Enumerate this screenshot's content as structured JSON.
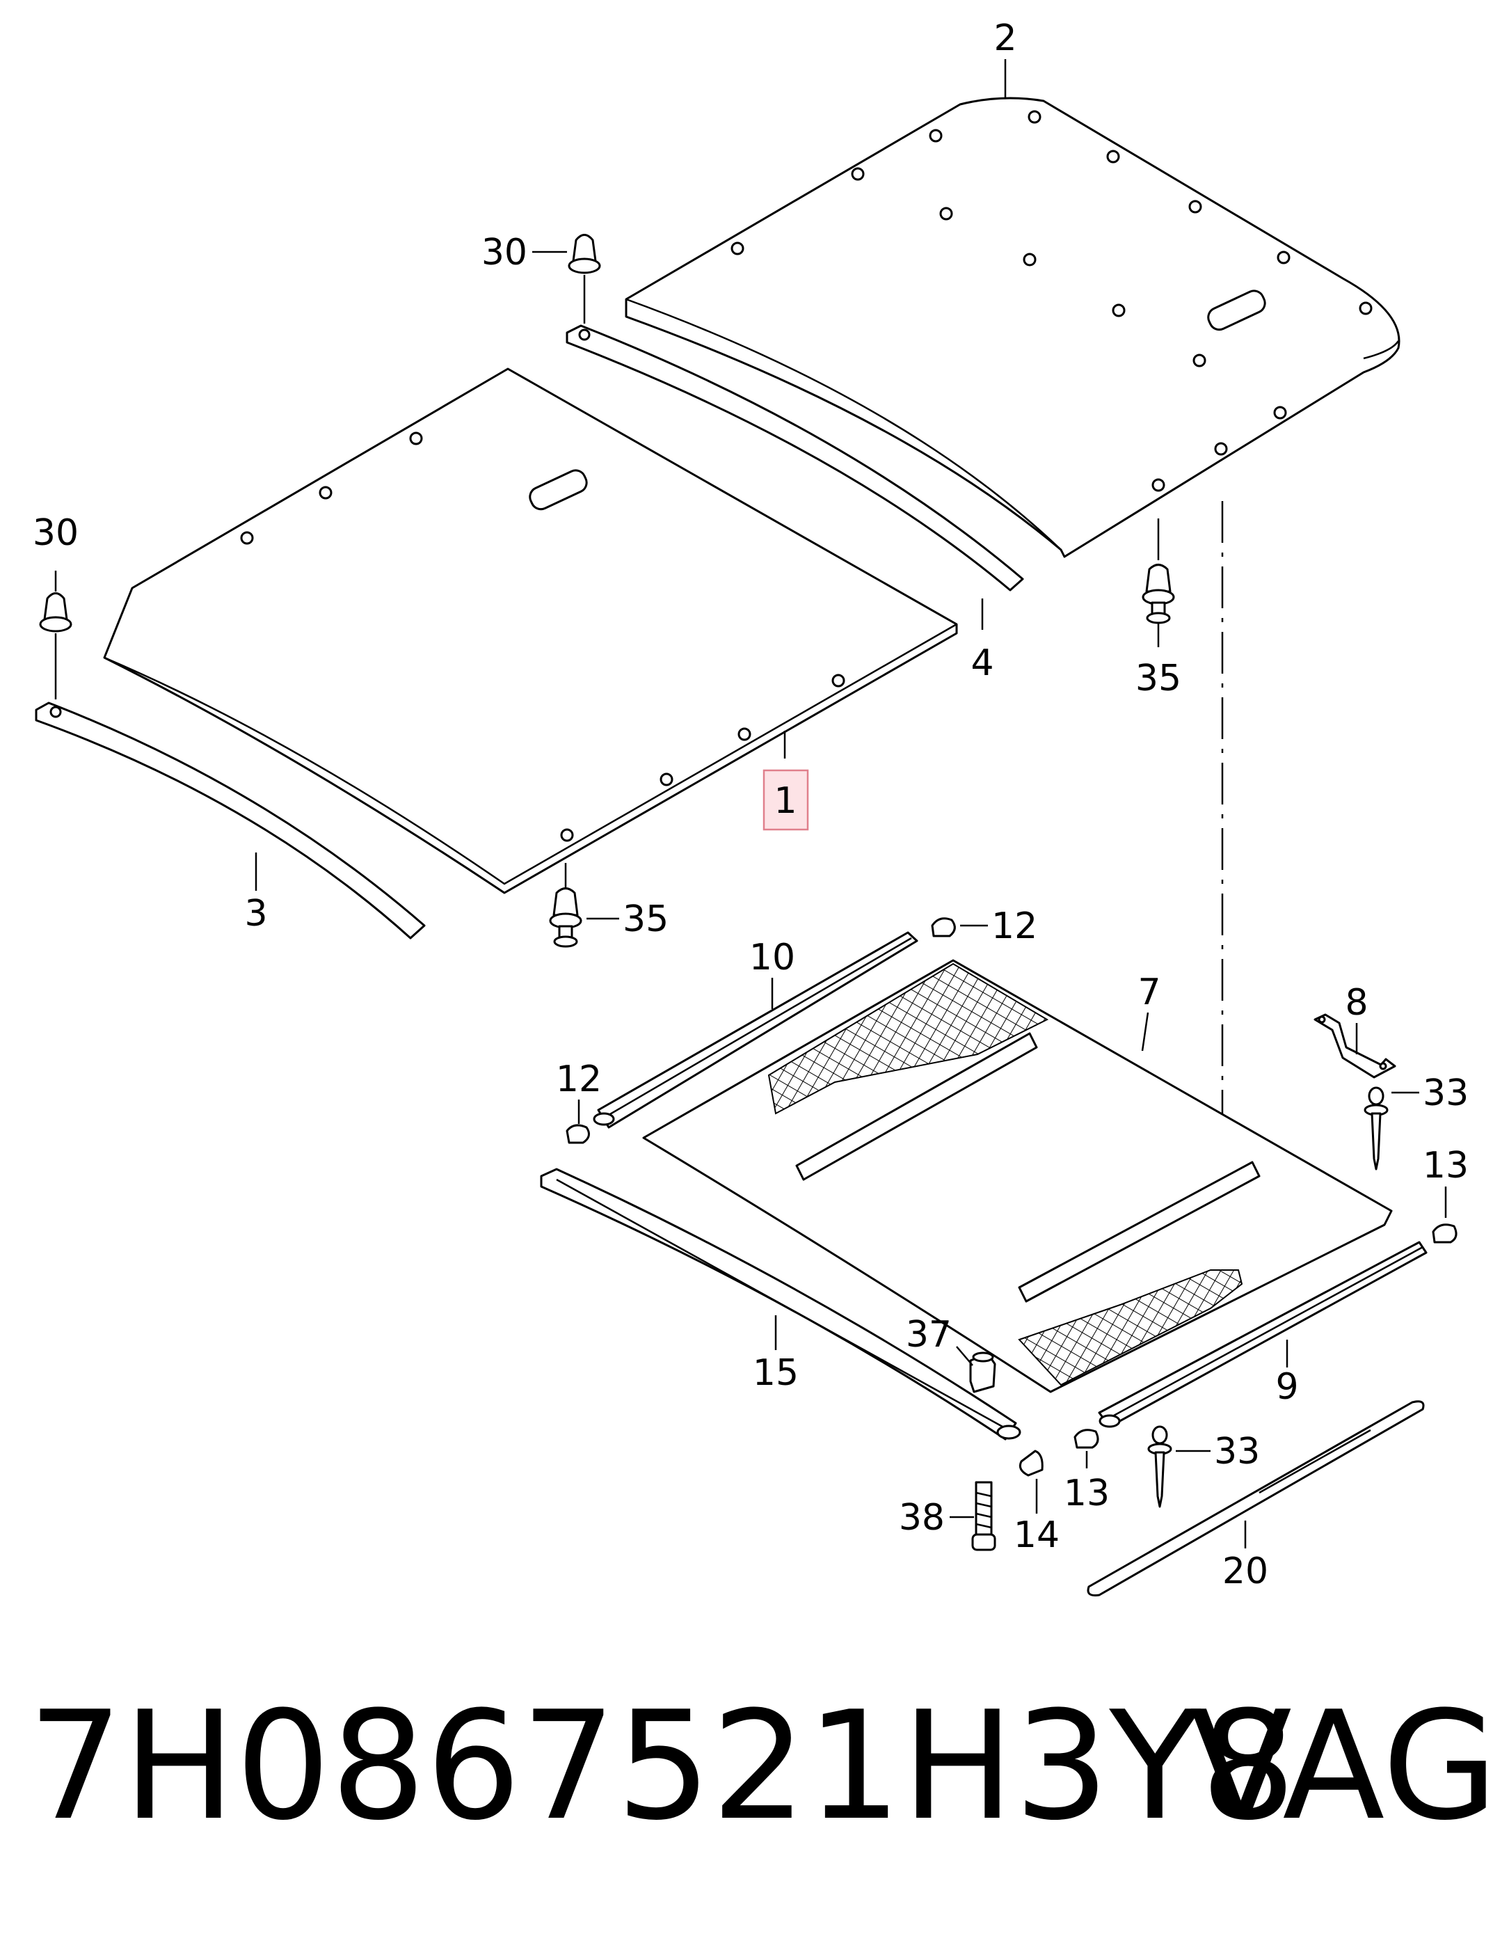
{
  "callouts": {
    "c1": "1",
    "c2": "2",
    "c3": "3",
    "c4": "4",
    "c7": "7",
    "c8": "8",
    "c9": "9",
    "c10": "10",
    "c12a": "12",
    "c12b": "12",
    "c13a": "13",
    "c13b": "13",
    "c14": "14",
    "c15": "15",
    "c20": "20",
    "c30a": "30",
    "c30b": "30",
    "c33a": "33",
    "c33b": "33",
    "c35a": "35",
    "c35b": "35",
    "c37": "37",
    "c38": "38"
  },
  "caption": {
    "part_number": "7H0867521H3Y8",
    "brand": "VAG"
  },
  "colors": {
    "line": "#000000",
    "highlight_fill": "#fde3e6",
    "highlight_stroke": "#e0808c"
  }
}
